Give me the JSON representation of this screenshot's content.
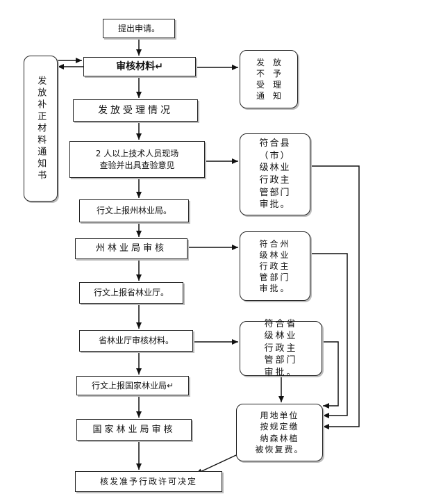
{
  "diagram": {
    "main_steps": [
      "提出申请。",
      "审核材料↵",
      "发放受理情况",
      "2 人以上技术人员现场\n查验并出具查验意见",
      "行文上报州林业局。",
      "州林业局审核",
      "行文上报省林业厅。",
      "省林业厅审核材料。",
      "行文上报国家林业局↵",
      "国家林业局审核",
      "核发准予行政许可决定"
    ],
    "left_note": "发放补正材料通知书",
    "not_accepted_note": "发　放\n不　予\n受　理\n通　知",
    "county_approval": "符合县\n（市）\n级林业\n行政主\n管部门\n审批。",
    "state_approval": "符合州\n级林业\n行政主\n管部门\n审批。",
    "province_approval": "符合省\n级林业\n行政主\n管部门\n审批。",
    "fee_note": "用地单位\n按规定缴\n纳森林植\n被恢复费。"
  }
}
